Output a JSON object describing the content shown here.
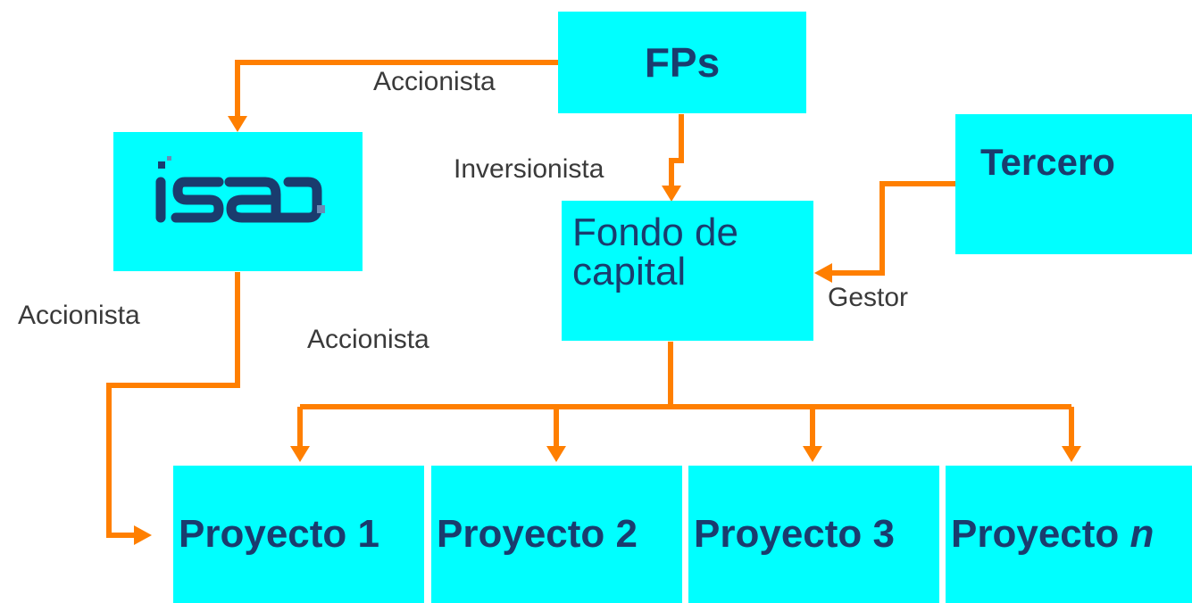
{
  "colors": {
    "box_fill": "#00ffff",
    "arrow": "#ff7f00",
    "box_text": "#1a3c6e",
    "label_text": "#3a3a3a"
  },
  "nodes": {
    "fps": "FPs",
    "isa_logo": "isa",
    "fondo_line1": "Fondo de",
    "fondo_line2": "capital",
    "tercero": "Tercero",
    "proyecto1": "Proyecto 1",
    "proyecto2": "Proyecto 2",
    "proyecto3": "Proyecto 3",
    "proyecton_prefix": "Proyecto ",
    "proyecton_suffix": "n"
  },
  "edges": {
    "fps_to_isa": "Accionista",
    "fps_to_fondo": "Inversionista",
    "tercero_to_fondo": "Gestor",
    "isa_to_proyecto1": "Accionista",
    "fondo_to_proyectos": "Accionista"
  }
}
